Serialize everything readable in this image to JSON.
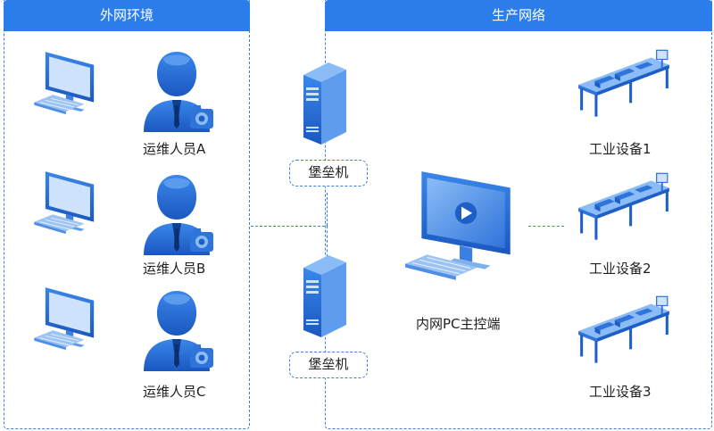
{
  "external_panel": {
    "title": "外网环境"
  },
  "production_panel": {
    "title": "生产网络"
  },
  "operators": [
    {
      "label": "运维人员A"
    },
    {
      "label": "运维人员B"
    },
    {
      "label": "运维人员C"
    }
  ],
  "bastions": [
    {
      "label": "堡垒机"
    },
    {
      "label": "堡垒机"
    }
  ],
  "console": {
    "label": "内网PC主控端"
  },
  "equipment": [
    {
      "label": "工业设备1"
    },
    {
      "label": "工业设备2"
    },
    {
      "label": "工业设备3"
    }
  ],
  "colors": {
    "accent": "#2b7de9",
    "icon_light": "#7fb0ee",
    "icon_dark": "#1d5fc7"
  },
  "icons": [
    "desktop-computer-icon",
    "operator-person-icon",
    "server-tower-icon",
    "monitor-play-icon",
    "industrial-equipment-icon"
  ]
}
